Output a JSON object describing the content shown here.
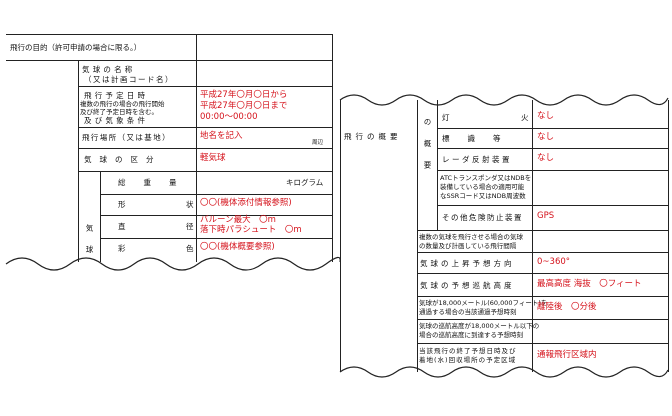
{
  "left_form": {
    "purpose_label": "飛行の目的（許可申請の場合に限る。）",
    "balloon_name_label_1": "気球の名称",
    "balloon_name_label_2": "（又は計画コード名）",
    "schedule_label_1": "飛行予定日時",
    "schedule_label_2": "複数の飛行の場合の飛行開始",
    "schedule_label_3": "及び終了予定日時を含む。",
    "schedule_label_4": "及び気象条件",
    "schedule_value_1": "平成27年〇月〇日から",
    "schedule_value_2": "平成27年〇月〇日まで",
    "schedule_value_3": "00:00～00:00",
    "place_label": "飛行場所（又は基地）",
    "place_value": "地名を記入",
    "place_note": "周辺",
    "category_label": "気球の区分",
    "category_value": "軽気球",
    "balloon_side_label": "気球",
    "total_weight_label": "総重量",
    "total_weight_unit": "キログラム",
    "shape_label": "形",
    "shape_label_right": "状",
    "shape_value": "〇〇(機体添付情報参照)",
    "diameter_label": "直",
    "diameter_label_right": "径",
    "diameter_value_1": "バルーン最大　〇m",
    "diameter_value_2": "落下時パラシュート　〇m",
    "color_label": "彩",
    "color_label_right": "色",
    "color_value": "〇〇(機体概要参照)"
  },
  "right_form": {
    "overview_label": "飛行の概要",
    "equipment_label": "の概要",
    "lights_label": "灯",
    "lights_label_right": "火",
    "lights_value": "なし",
    "markings_label": "標識等",
    "markings_value": "なし",
    "radar_label": "レーダ反射装置",
    "radar_value": "なし",
    "transponder_label_1": "ATCトランスポンダ又はNDBを",
    "transponder_label_2": "装備している場合の適用可能",
    "transponder_label_3": "なSSRコード又はNDB周波数",
    "collision_label": "その他危険防止装置",
    "collision_value": "GPS",
    "simultaneous_label_1": "複数の気球を飛行させる場合の気球",
    "simultaneous_label_2": "の数量及び計画している飛行間隔",
    "ascent_dir_label": "気球の上昇予想方向",
    "ascent_dir_value": "0~360°",
    "cruise_alt_label": "気球の予想巡航高度",
    "cruise_alt_value": "最高高度 海抜　〇フィート",
    "pass_18000_label_1": "気球が18,000メートル(60,000フィート)を",
    "pass_18000_label_2": "通過する場合の当該通過予想時刻",
    "pass_18000_value": "離陸後　〇分後",
    "reach_alt_label_1": "気球の巡航高度が18,000メートル以下の",
    "reach_alt_label_2": "場合の巡航高度に到達する予想時刻",
    "landing_label_1": "当該飛行の終了予想日時及び",
    "landing_label_2": "着地(水)回収場所の予定区域",
    "landing_value": "通報飛行区域内"
  },
  "colors": {
    "entry_red": "#d5121b",
    "line": "#222222"
  }
}
